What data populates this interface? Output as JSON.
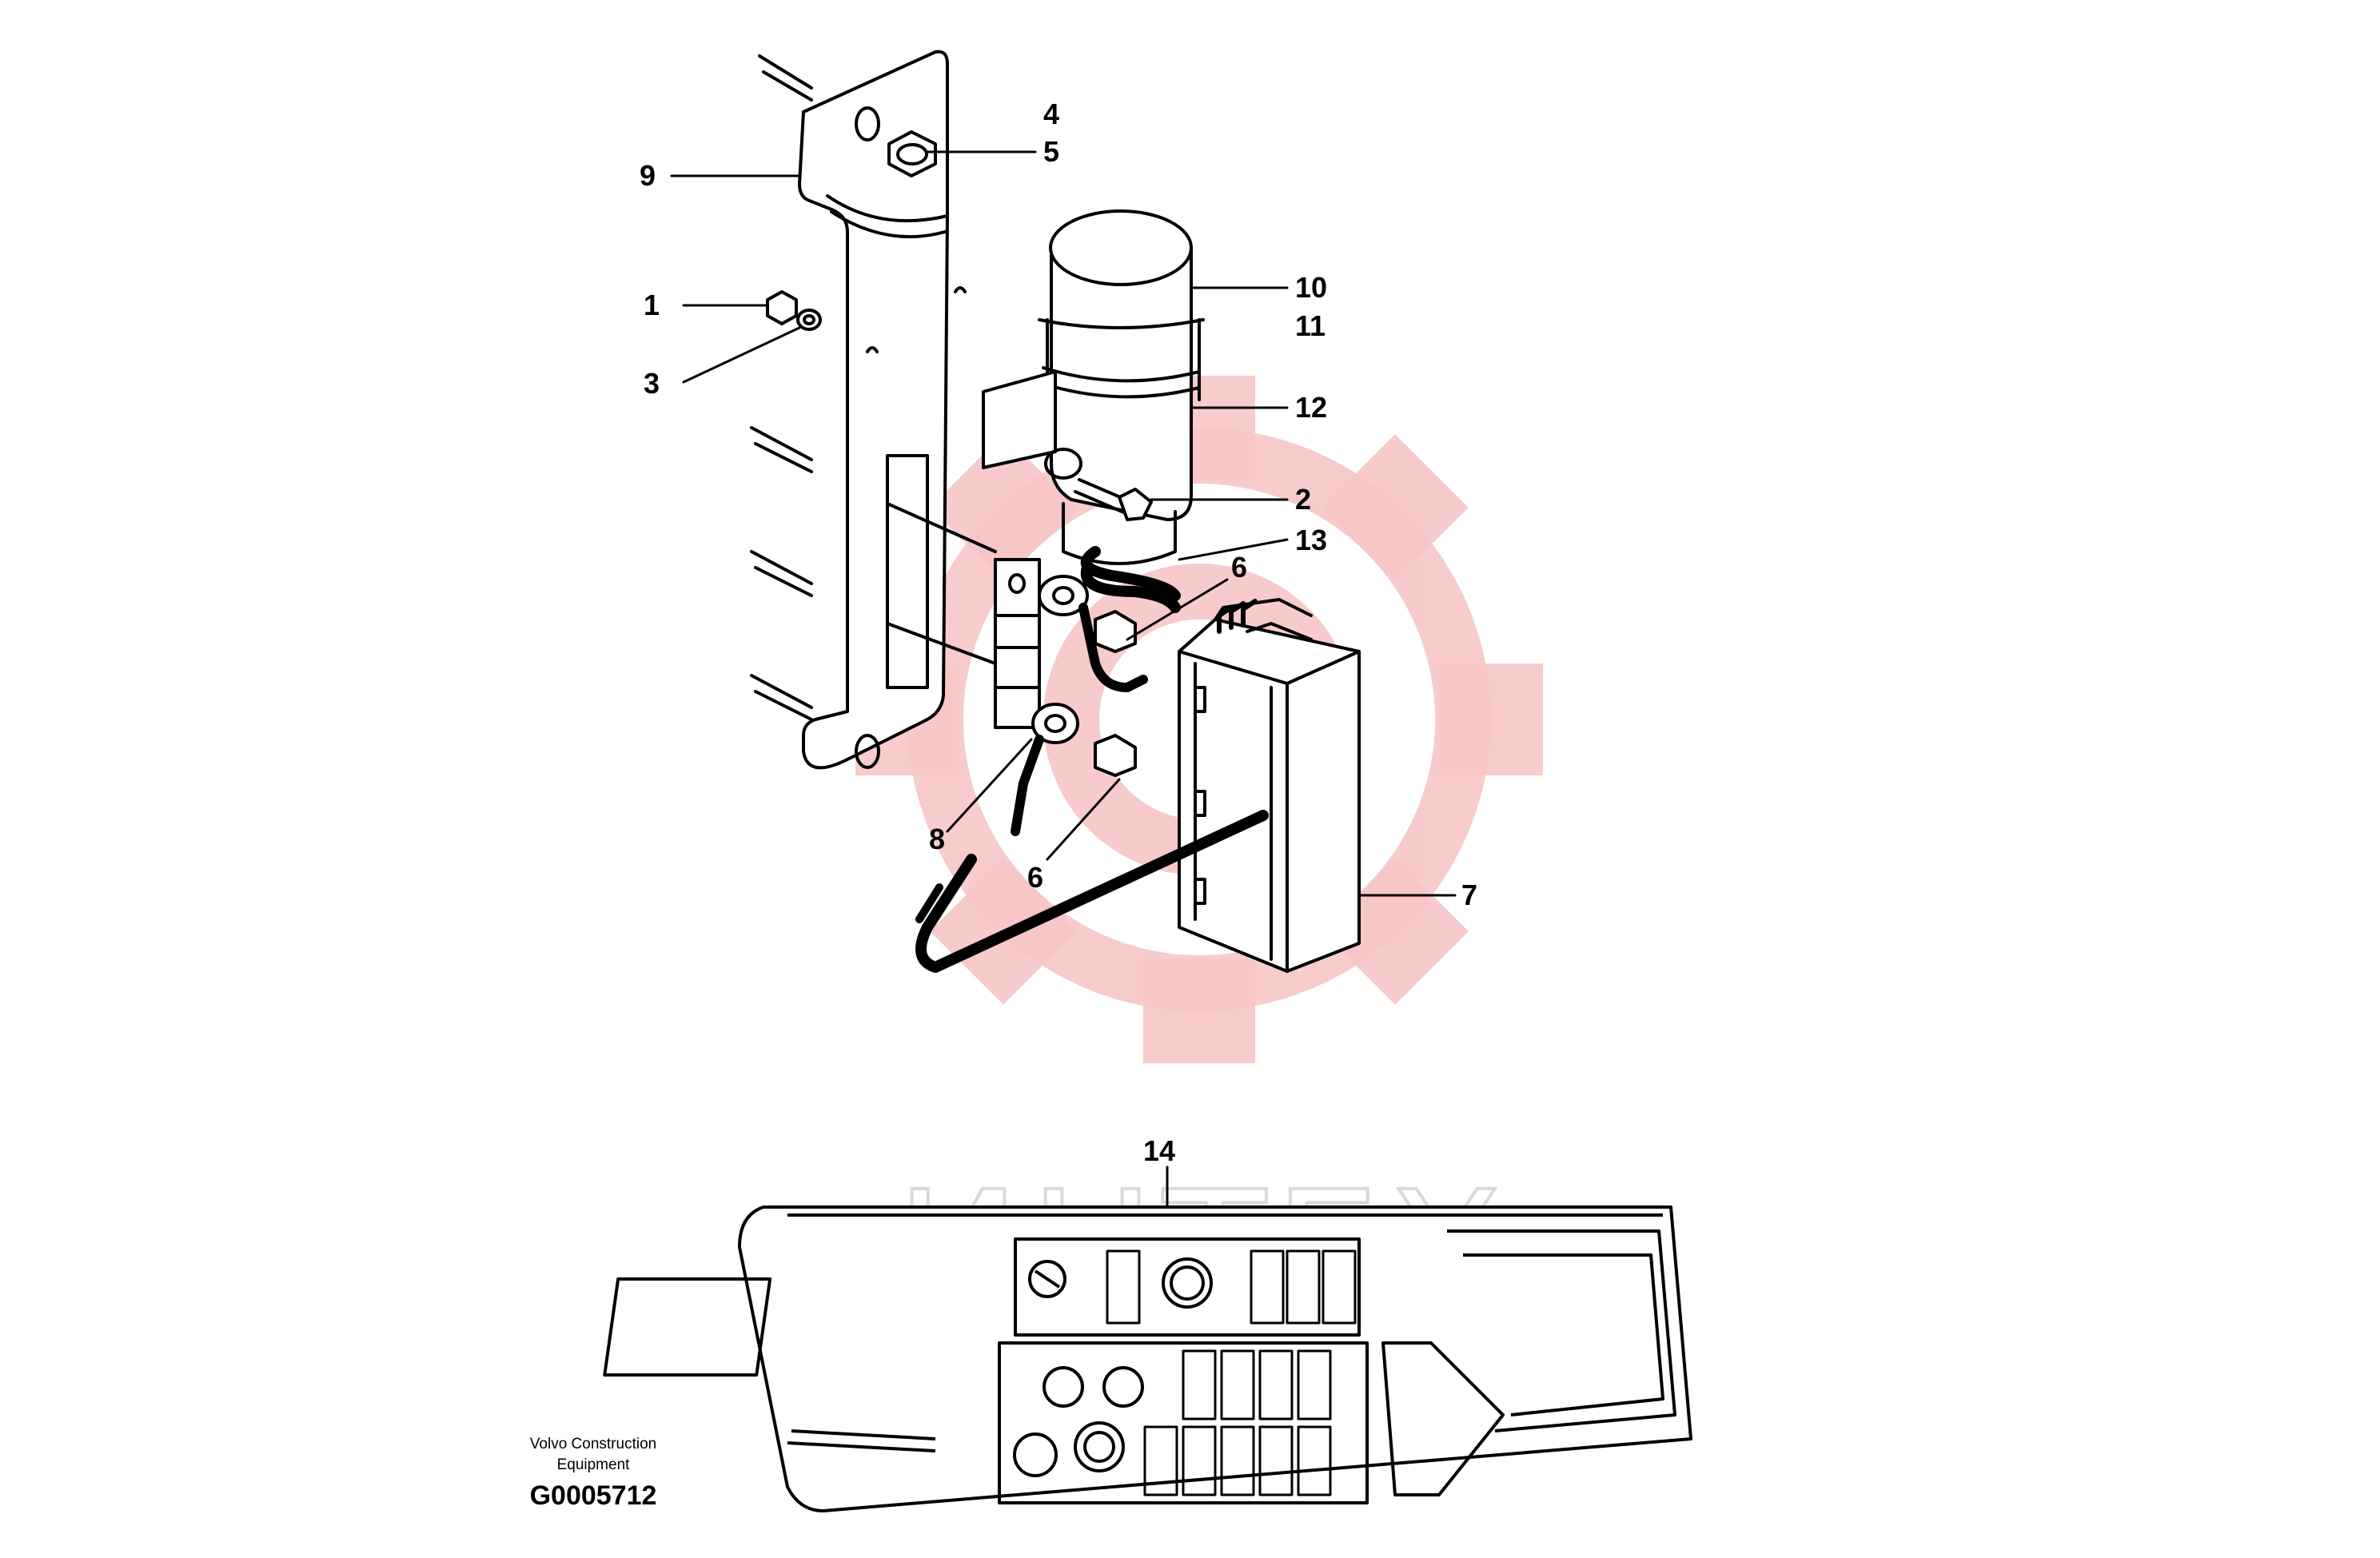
{
  "watermark": {
    "text": "ИНТЕХ",
    "gear_color": "#f7c6c6",
    "text_color": "#d9d9d9"
  },
  "callouts": [
    "1",
    "2",
    "3",
    "4",
    "5",
    "6",
    "6",
    "7",
    "8",
    "9",
    "10",
    "11",
    "12",
    "13",
    "14"
  ],
  "credit": {
    "line1": "Volvo Construction",
    "line2": "Equipment",
    "code": "G0005712"
  },
  "colors": {
    "line": "#000000",
    "background": "#ffffff"
  }
}
